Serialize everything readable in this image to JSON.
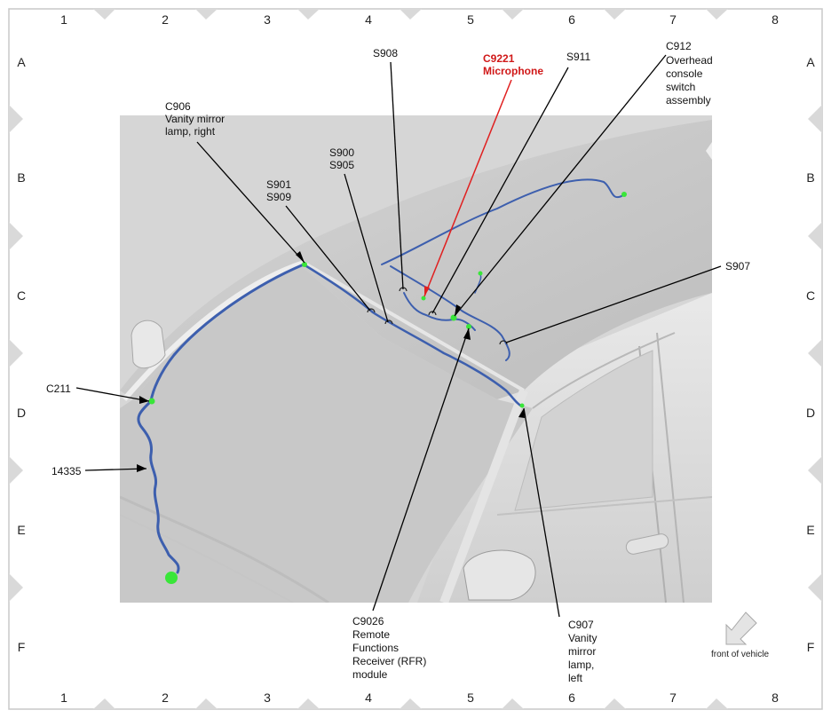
{
  "grid": {
    "columns": [
      "1",
      "2",
      "3",
      "4",
      "5",
      "6",
      "7",
      "8"
    ],
    "rows": [
      "A",
      "B",
      "C",
      "D",
      "E",
      "F"
    ]
  },
  "labels": {
    "c906": [
      "C906",
      "Vanity mirror",
      "lamp, right"
    ],
    "s901": [
      "S901",
      "S909"
    ],
    "s900": [
      "S900",
      "S905"
    ],
    "s908": [
      "S908"
    ],
    "c9221": [
      "C9221",
      "Microphone"
    ],
    "s911": [
      "S911"
    ],
    "c912": [
      "C912",
      "Overhead",
      "console",
      "switch",
      "assembly"
    ],
    "s907": [
      "S907"
    ],
    "c211": [
      "C211"
    ],
    "w14335": [
      "14335"
    ],
    "c9026": [
      "C9026",
      "Remote",
      "Functions",
      "Receiver (RFR)",
      "module"
    ],
    "c907": [
      "C907",
      "Vanity",
      "mirror",
      "lamp,",
      "left"
    ]
  },
  "orientation": {
    "text": "front of vehicle"
  },
  "colors": {
    "harness": "#3d5fae",
    "connector": "#39e639",
    "highlight_leader": "#e02020",
    "highlight_text": "#d01818",
    "body_panel": "#cfcfcf",
    "frame": "#b8b8b8"
  },
  "icons": [
    "front-direction-arrow-icon"
  ]
}
